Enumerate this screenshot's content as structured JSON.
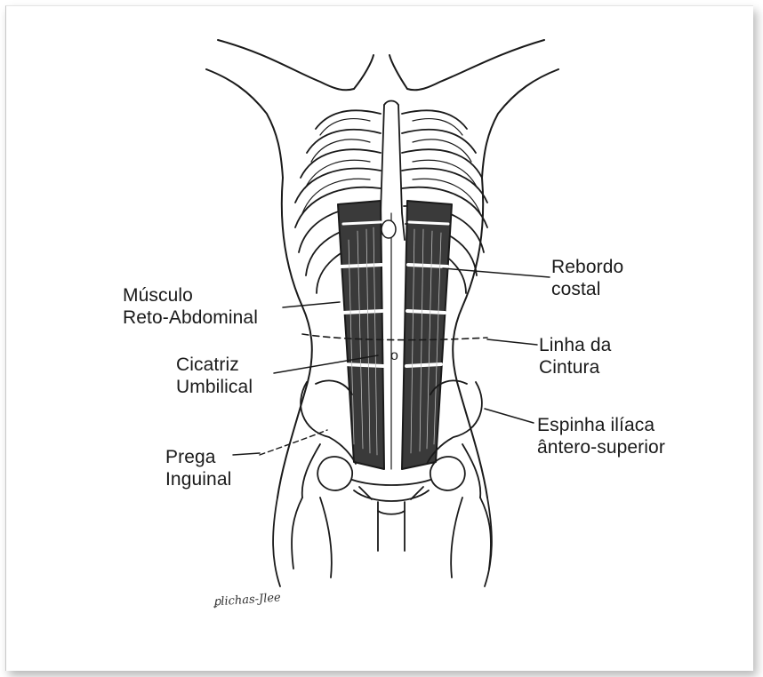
{
  "labels": {
    "musculo_reto": [
      "Músculo",
      "Reto-Abdominal"
    ],
    "cicatriz": [
      "Cicatriz",
      "Umbilical"
    ],
    "prega": [
      "Prega",
      "Inguinal"
    ],
    "rebordo": [
      "Rebordo",
      "costal"
    ],
    "linha": [
      "Linha da",
      "Cintura"
    ],
    "espinha": [
      "Espinha ilíaca",
      "ântero-superior"
    ]
  },
  "navel_mark": "o",
  "colors": {
    "ink": "#1a1a1a",
    "paper": "#ffffff"
  }
}
